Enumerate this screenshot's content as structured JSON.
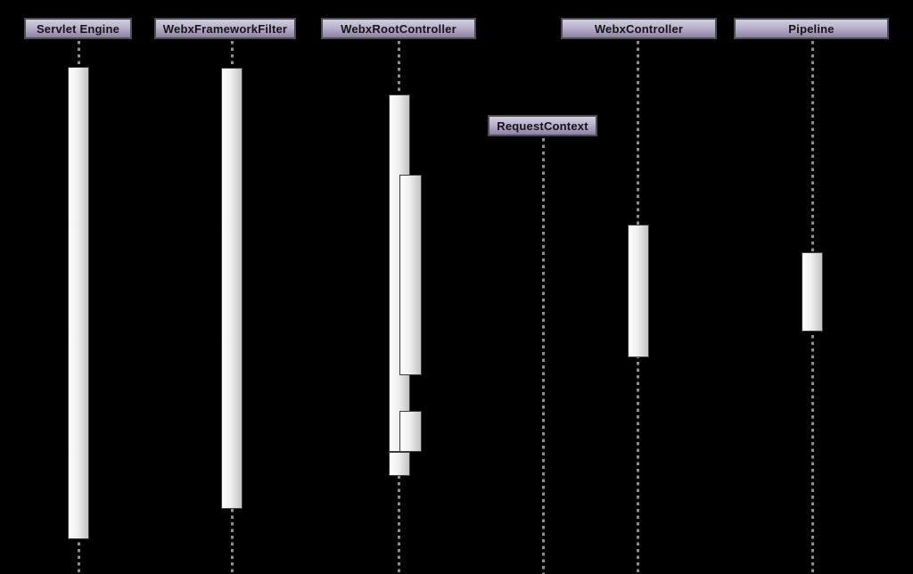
{
  "diagram": {
    "type": "uml-sequence-diagram",
    "background_color": "#000000",
    "lifelines": [
      {
        "id": "servlet-engine",
        "label": "Servlet Engine",
        "has_activation": true
      },
      {
        "id": "webx-framework-filter",
        "label": "WebxFrameworkFilter",
        "has_activation": true
      },
      {
        "id": "webx-root-controller",
        "label": "WebxRootController",
        "has_activation": true,
        "nested_activations": 3
      },
      {
        "id": "request-context",
        "label": "RequestContext",
        "has_activation": false
      },
      {
        "id": "webx-controller",
        "label": "WebxController",
        "has_activation": true
      },
      {
        "id": "pipeline",
        "label": "Pipeline",
        "has_activation": true
      }
    ],
    "colors": {
      "header_gradient_top": "#d3cde0",
      "header_gradient_bottom": "#8d81a5",
      "header_border": "#4c4c52",
      "header_text": "#141414",
      "activation_gradient_left": "#ffffff",
      "activation_gradient_right": "#c2c2c2",
      "activation_border": "#3c3c3c",
      "lifeline_dash": "#8f8f8f",
      "background": "#000000"
    }
  }
}
